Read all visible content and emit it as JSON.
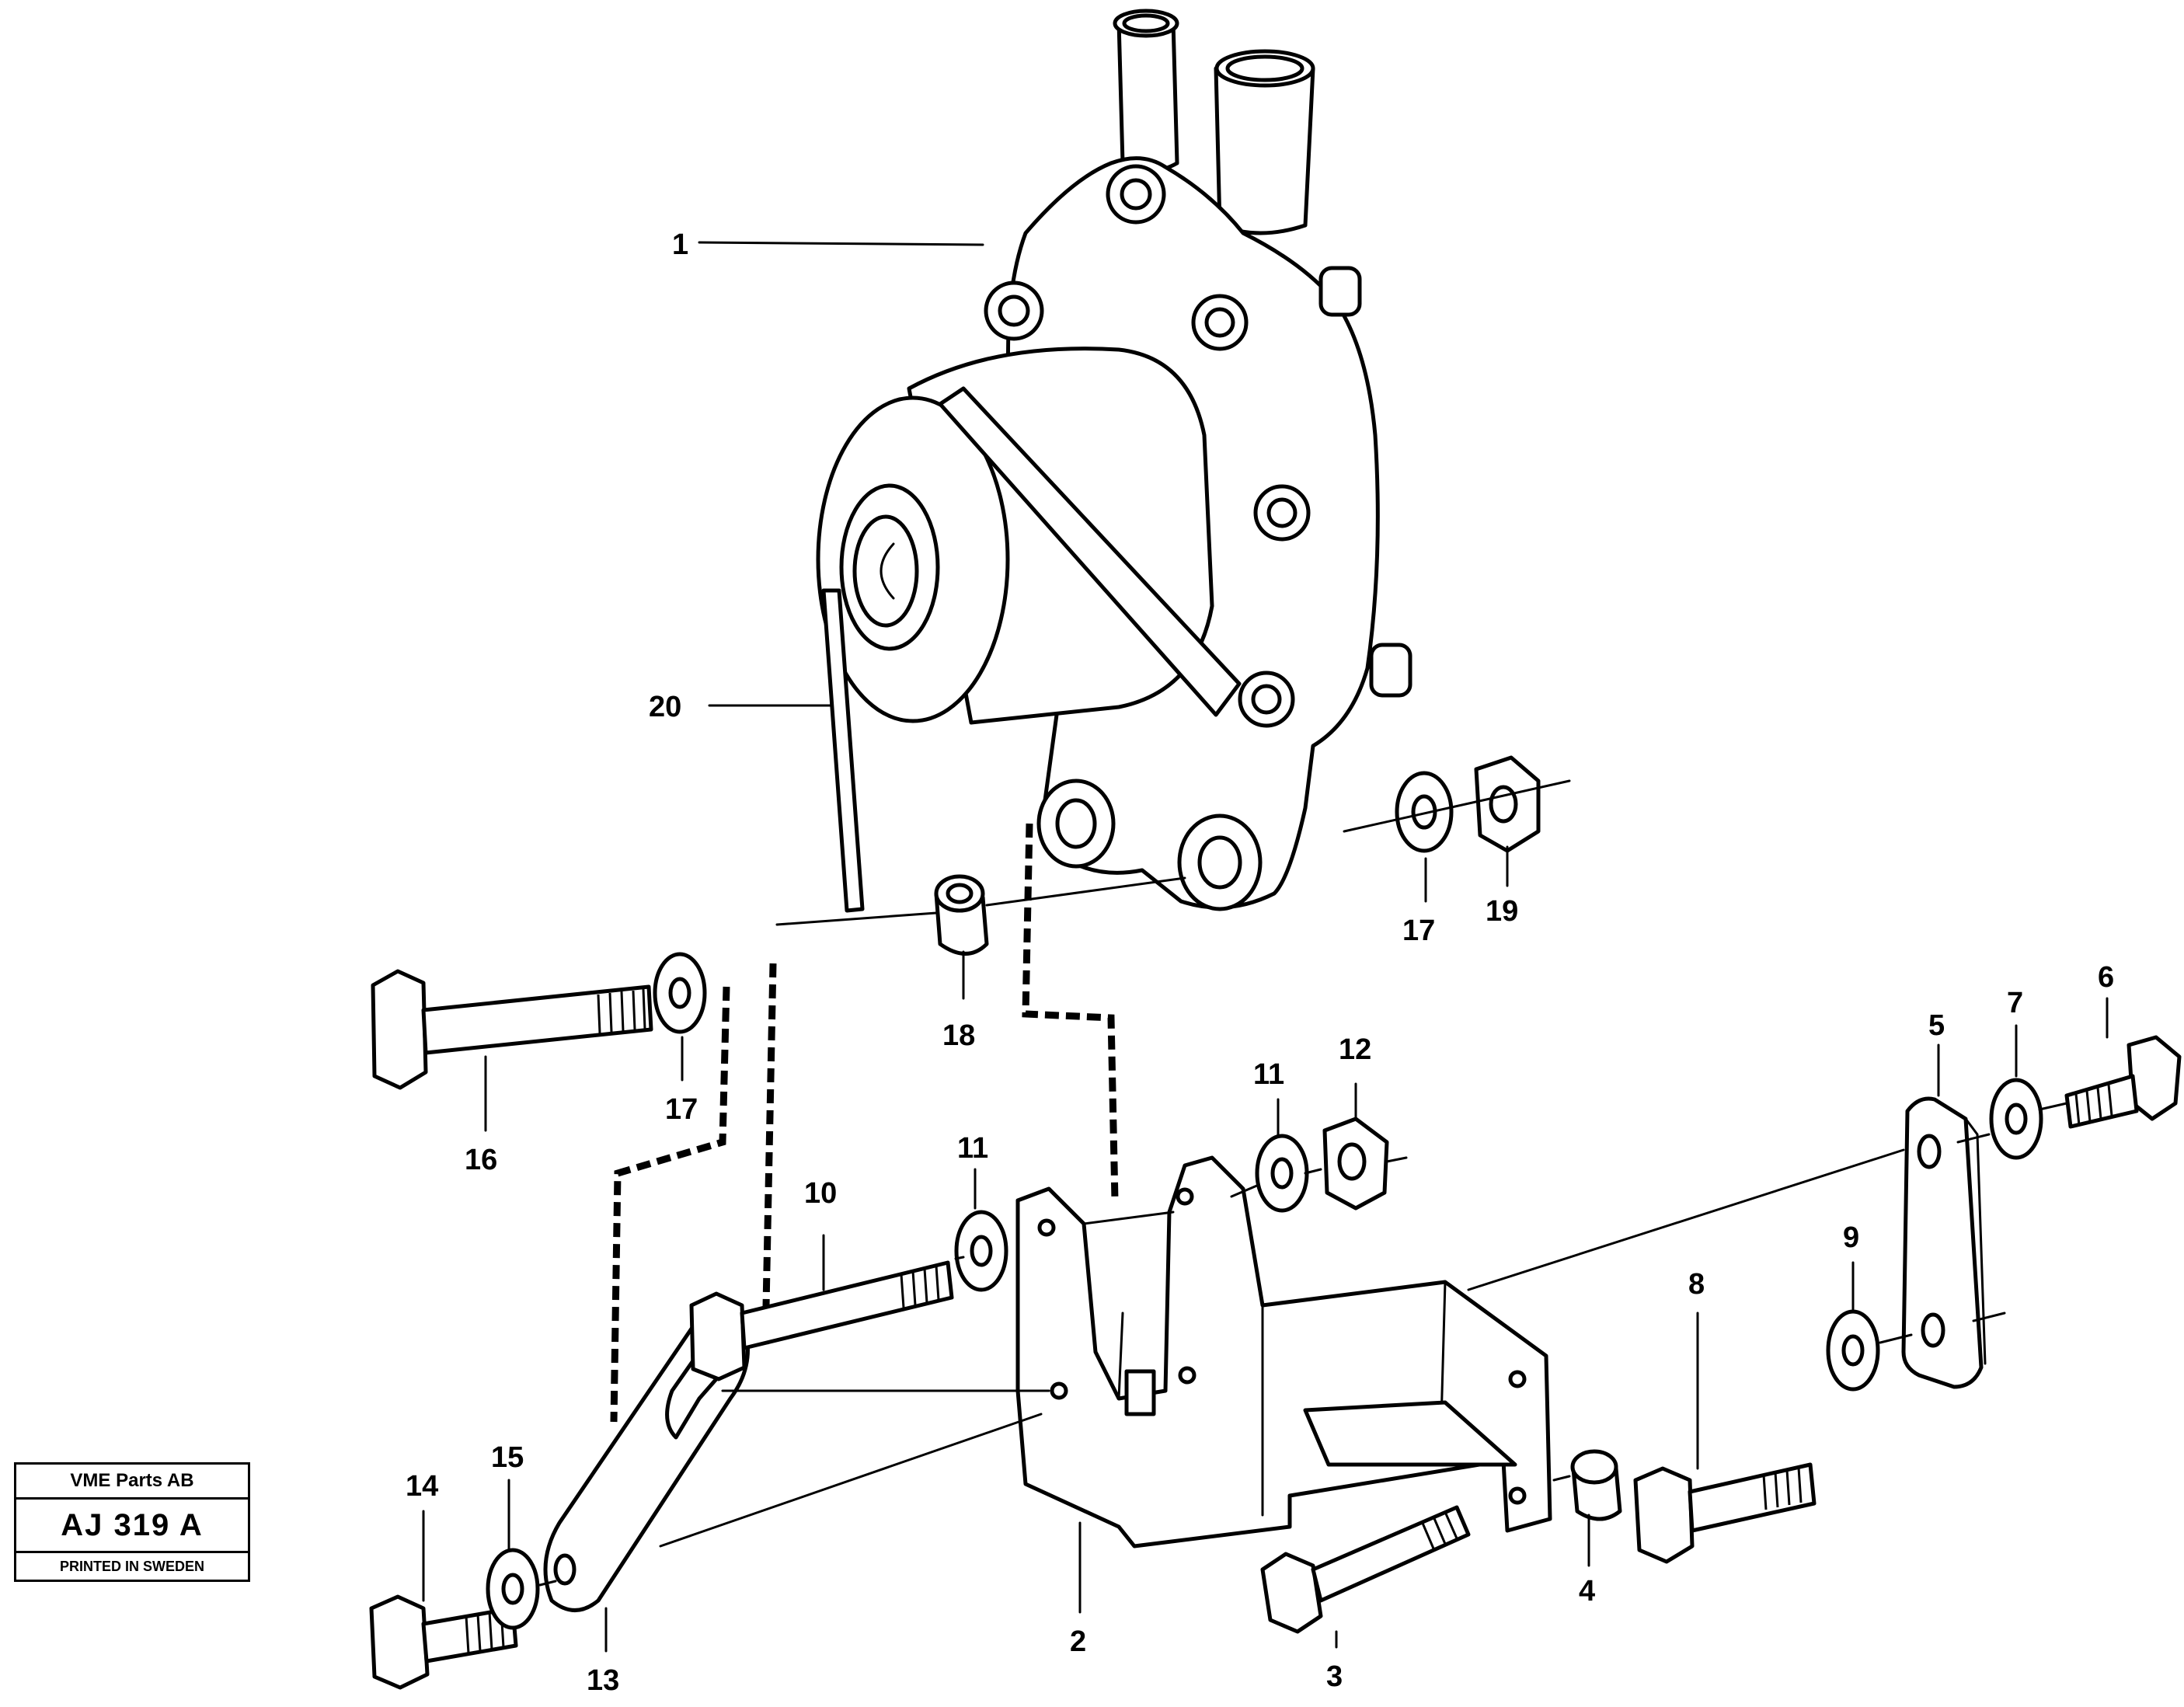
{
  "title_block": {
    "company": "VME Parts AB",
    "drawing_code": "AJ 319 A",
    "printed": "PRINTED IN SWEDEN"
  },
  "callouts": {
    "c1": "1",
    "c20": "20",
    "c17a": "17",
    "c19": "19",
    "c18": "18",
    "c16": "16",
    "c17b": "17",
    "c11a": "11",
    "c12": "12",
    "c10": "10",
    "c11b": "11",
    "c5": "5",
    "c7": "7",
    "c6": "6",
    "c9": "9",
    "c8": "8",
    "c14": "14",
    "c15": "15",
    "c13": "13",
    "c2": "2",
    "c3": "3",
    "c4": "4"
  }
}
